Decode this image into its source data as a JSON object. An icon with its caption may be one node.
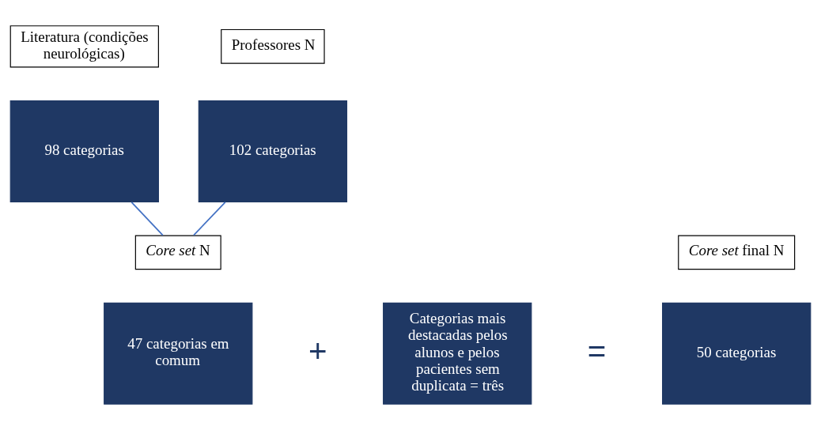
{
  "diagram": {
    "nodes": [
      {
        "text": [
          "Literatura (condições neurológicas)"
        ]
      },
      {
        "text": [
          "98 categorias"
        ]
      },
      {
        "text": [
          "Professores N"
        ]
      },
      {
        "text": [
          "102 categorias"
        ]
      },
      {
        "text": [
          "*Core set* N"
        ]
      },
      {
        "text": [
          "47 categorias em comum"
        ]
      },
      {
        "text": [
          "Categorias mais destacadas pelos alunos e pelos pacientes sem duplicata = três"
        ]
      },
      {
        "text": [
          "*Core set* final N"
        ]
      },
      {
        "text": [
          "50 categorias"
        ]
      }
    ],
    "edges": [
      {
        "from": 1,
        "to": 4,
        "arrow": "none"
      },
      {
        "from": 3,
        "to": 4,
        "arrow": "none"
      }
    ],
    "labels": [
      "+",
      "="
    ]
  }
}
